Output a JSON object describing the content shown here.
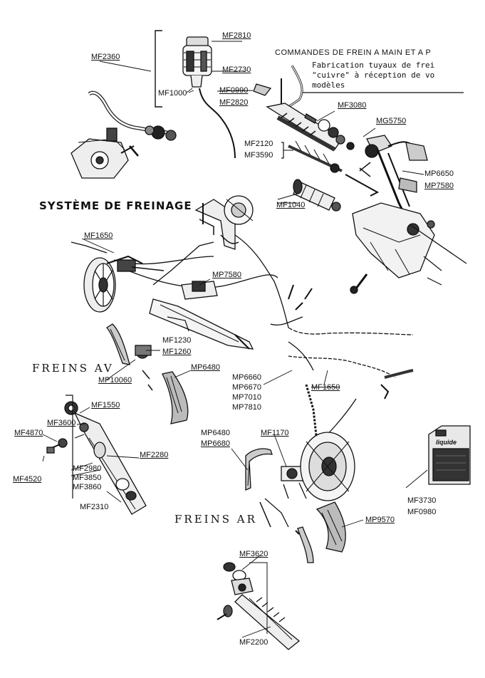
{
  "headings": {
    "commandes": "COMMANDES DE FREIN A MAIN ET A P",
    "note_line1": "Fabrication tuyaux de frei",
    "note_line2": "\"cuivre\" à réception de vo",
    "note_line3": "modèles",
    "systeme": "SYSTÈME DE FREINAGE",
    "freins_av": "FREINS AV",
    "freins_ar": "FREINS AR"
  },
  "labels": {
    "mf2810": "MF2810",
    "mf2360": "MF2360",
    "mf2730": "MF2730",
    "mf1000": "MF1000",
    "mf0990": "MF0990",
    "mf2820": "MF2820",
    "mf3080": "MF3080",
    "mg5750": "MG5750",
    "mf2120": "MF2120",
    "mf3590": "MF3590",
    "mp6650": "MP6650",
    "mp7580_a": "MP7580",
    "mf1040": "MF1040",
    "mf1650_a": "MF1650",
    "mp7580_b": "MP7580",
    "mf1230": "MF1230",
    "mf1260": "MF1260",
    "mp10060": "MP10060",
    "mp6480_a": "MP6480",
    "mp6660": "MP6660",
    "mp6670": "MP6670",
    "mp7010": "MP7010",
    "mp7810": "MP7810",
    "mf1650_b": "MF1650",
    "mf1550": "MF1550",
    "mf3600": "MF3600",
    "mf4870": "MF4870",
    "mf2280": "MF2280",
    "mf2980": "MF2980",
    "mf3850": "MF3850",
    "mf3860": "MF3860",
    "mf4520": "MF4520",
    "mf2310": "MF2310",
    "mp6480_b": "MP6480",
    "mp6680": "MP6680",
    "mf1170": "MF1170",
    "mf3730": "MF3730",
    "mf0980": "MF0980",
    "mp9570": "MP9570",
    "mf3620": "MF3620",
    "mf2200": "MF2200"
  },
  "can_label": "liquide"
}
